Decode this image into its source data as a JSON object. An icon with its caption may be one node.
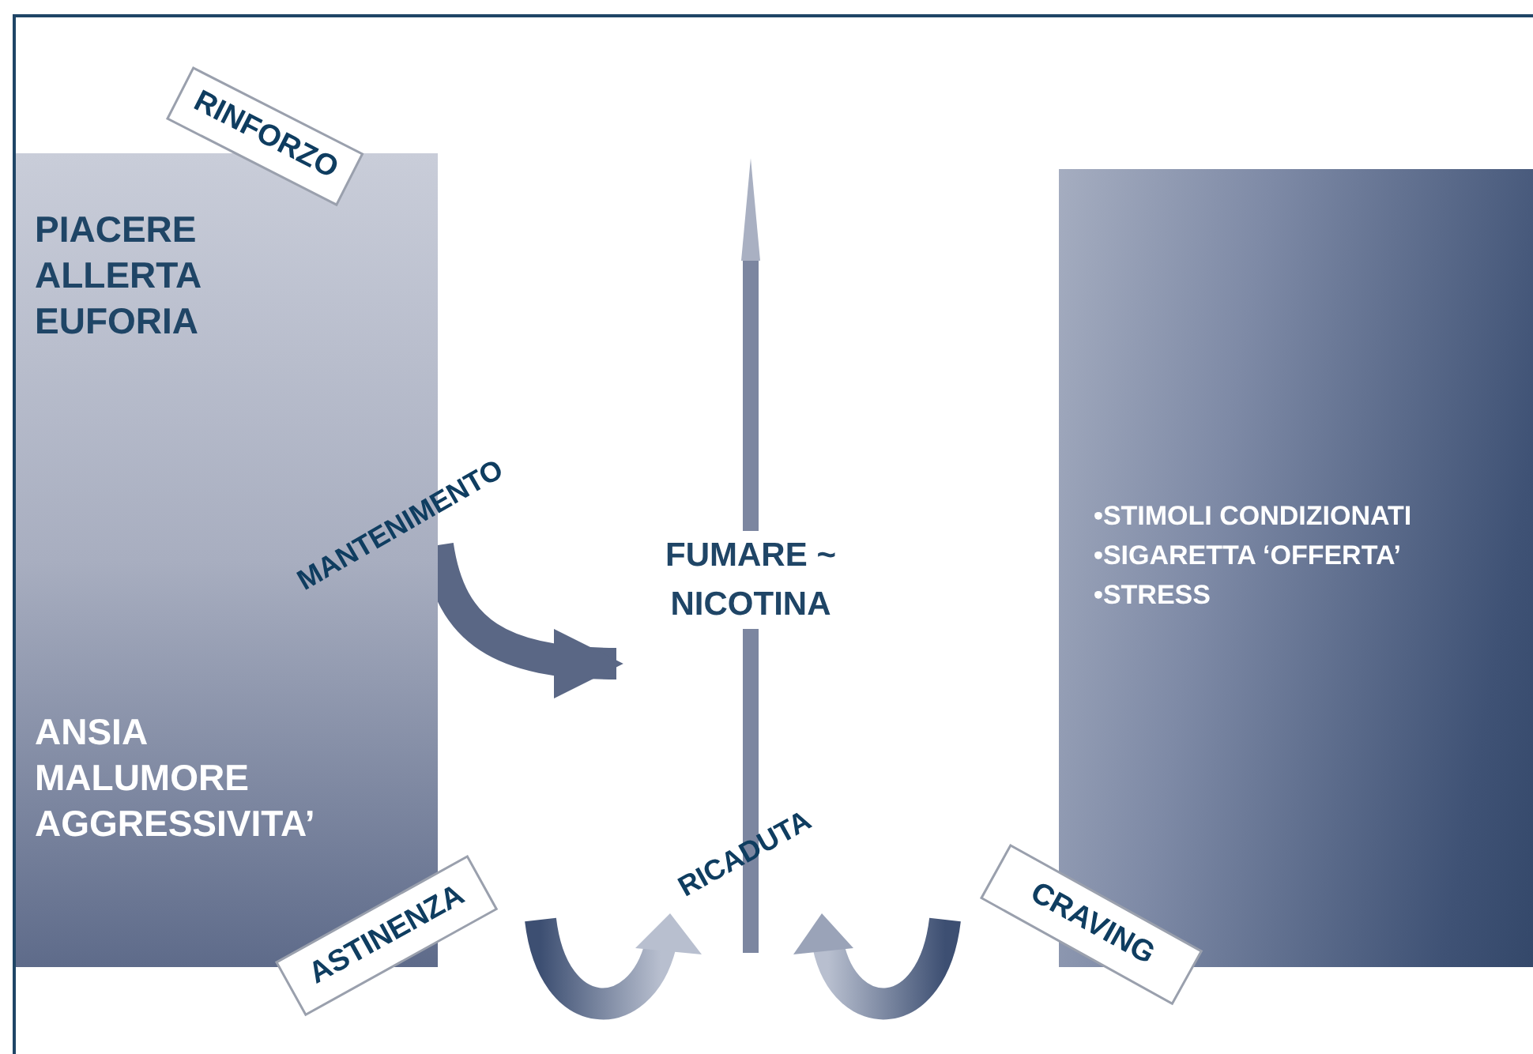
{
  "diagram": {
    "nodes": [
      {
        "text": [
          "PIACERE ALLERTA EUFORIA",
          "ANSIA MALUMORE AGGRESSIVITA’"
        ]
      },
      {
        "text": [
          "•STIMOLI CONDIZIONATI",
          "•SIGARETTA ‘OFFERTA’",
          "•STRESS"
        ]
      },
      {
        "text": [
          "FUMARE ~ NICOTINA"
        ]
      },
      {
        "text": [
          "RINFORZO"
        ]
      },
      {
        "text": [
          "ASTINENZA"
        ]
      },
      {
        "text": [
          "CRAVING"
        ]
      }
    ],
    "edges": [
      {
        "from": 0,
        "to": 2,
        "arrow": "to"
      }
    ],
    "labels": [
      "MANTENIMENTO",
      "RICADUTA"
    ]
  }
}
